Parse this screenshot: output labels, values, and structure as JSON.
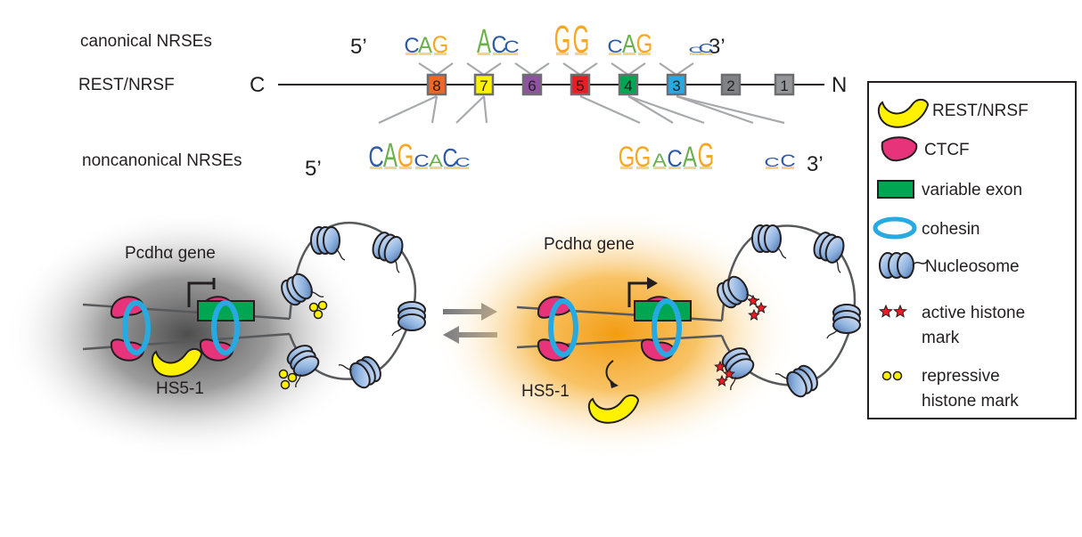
{
  "labels": {
    "canonical": "canonical NRSEs",
    "rest": "REST/NRSF",
    "noncanonical": "noncanonical NRSEs",
    "c_terminus": "C",
    "n_terminus": "N",
    "five_prime": "5’",
    "three_prime": "3’",
    "pcdh_gene_left": "Pcdhα gene",
    "pcdh_gene_right": "Pcdhα gene",
    "hs51_left": "HS5-1",
    "hs51_right": "HS5-1"
  },
  "zinc_fingers": [
    {
      "label": "8",
      "color": "#f26522"
    },
    {
      "label": "7",
      "color": "#fff200"
    },
    {
      "label": "6",
      "color": "#8e52a1"
    },
    {
      "label": "5",
      "color": "#ed1c24"
    },
    {
      "label": "4",
      "color": "#00a651"
    },
    {
      "label": "3",
      "color": "#27aae1"
    },
    {
      "label": "2",
      "color": "#808285"
    },
    {
      "label": "1",
      "color": "#939598"
    }
  ],
  "motifs": {
    "canonical": [
      "C",
      "A",
      "G",
      "A",
      "C",
      "C",
      "G",
      "G",
      "C",
      "A",
      "G",
      "C",
      "C"
    ],
    "noncanonical_left": [
      "C",
      "A",
      "G",
      "C",
      "A",
      "C",
      "C"
    ],
    "noncanonical_right": [
      "G",
      "G",
      "A",
      "C",
      "A",
      "G",
      "C",
      "C"
    ]
  },
  "legend": {
    "items": [
      {
        "label": "REST/NRSF"
      },
      {
        "label": "CTCF"
      },
      {
        "label": "variable exon"
      },
      {
        "label": "cohesin"
      },
      {
        "label": "Nucleosome"
      },
      {
        "label": "active histone",
        "label2": "mark"
      },
      {
        "label": "repressive",
        "label2": "histone mark"
      }
    ]
  },
  "colors": {
    "rest": "#fff200",
    "ctcf": "#e6337a",
    "exon": "#00a651",
    "cohesin": "#27aae1",
    "nucleosome": "#8fb3e0",
    "active_mark": "#ed1c24",
    "repressive_mark": "#fff200",
    "base_A": "#6ab04c",
    "base_C": "#2e5aa8",
    "base_G": "#f7a823",
    "base_T": "#e0302a"
  },
  "icons": [
    "rest-protein-icon",
    "ctcf-protein-icon",
    "exon-icon",
    "cohesin-ring-icon",
    "nucleosome-icon",
    "star-icon",
    "dot-pair-icon",
    "arrow-icon"
  ]
}
